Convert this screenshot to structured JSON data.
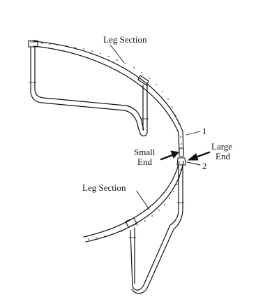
{
  "labels": {
    "leg_section_top": "Leg Section",
    "leg_section_bottom": "Leg Section",
    "small_end_line1": "Small",
    "small_end_line2": "End",
    "large_end_line1": "Large",
    "large_end_line2": "End",
    "callout_1": "1",
    "callout_2": "2"
  },
  "colors": {
    "stroke": "#111111",
    "background": "#ffffff"
  }
}
